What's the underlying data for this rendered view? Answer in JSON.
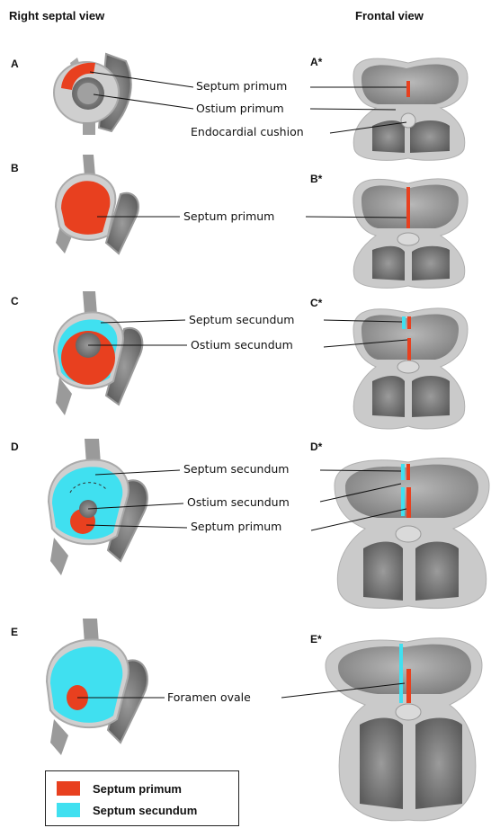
{
  "column_titles": {
    "left": "Right septal view",
    "right": "Frontal view"
  },
  "panels": [
    {
      "left": "A",
      "right": "A*",
      "labels": [
        "Septum primum",
        "Ostium primum",
        "Endocardial cushion"
      ]
    },
    {
      "left": "B",
      "right": "B*",
      "labels": [
        "Septum primum"
      ]
    },
    {
      "left": "C",
      "right": "C*",
      "labels": [
        "Septum secundum",
        "Ostium secundum"
      ]
    },
    {
      "left": "D",
      "right": "D*",
      "labels": [
        "Septum secundum",
        "Ostium secundum",
        "Septum primum"
      ]
    },
    {
      "left": "E",
      "right": "E*",
      "labels": [
        "Foramen ovale"
      ]
    }
  ],
  "legend": [
    {
      "label": "Septum primum",
      "color": "#e8401f"
    },
    {
      "label": "Septum secundum",
      "color": "#40e0f0"
    }
  ],
  "colors": {
    "primum": "#e8401f",
    "secundum": "#40e0f0",
    "tissue": "#9a9a9a",
    "wall": "#c9c9c9"
  }
}
